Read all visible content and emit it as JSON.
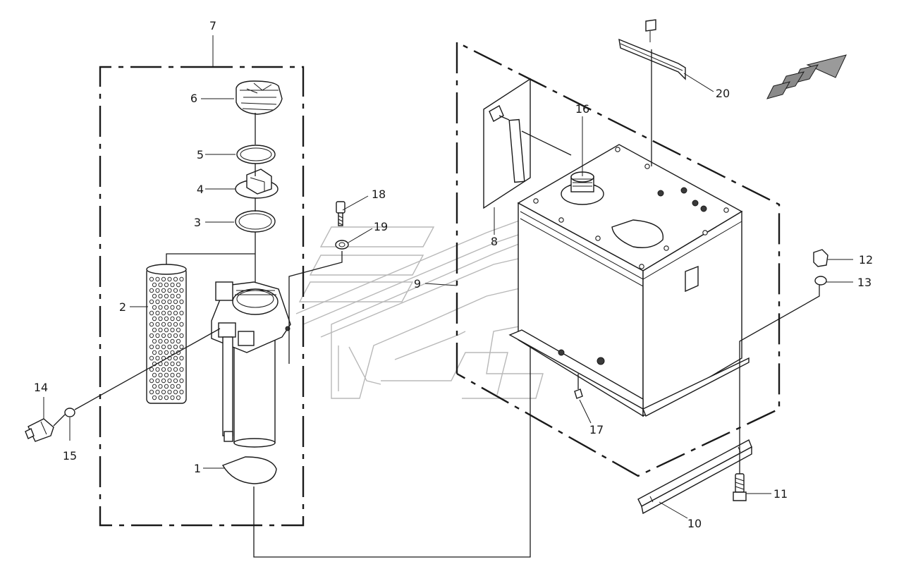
{
  "callouts": {
    "c1": "1",
    "c2": "2",
    "c3": "3",
    "c4": "4",
    "c5": "5",
    "c6": "6",
    "c7": "7",
    "c8": "8",
    "c9": "9",
    "c10": "10",
    "c11": "11",
    "c12": "12",
    "c13": "13",
    "c14": "14",
    "c15": "15",
    "c16": "16",
    "c17": "17",
    "c18": "18",
    "c19": "19",
    "c20": "20"
  },
  "colors": {
    "line": "#1a1a1a",
    "watermark": "#b8b8b8",
    "background": "#ffffff",
    "direction_arrow": "#9a9a9a"
  },
  "icons": {
    "direction": "direction-arrow-icon"
  }
}
